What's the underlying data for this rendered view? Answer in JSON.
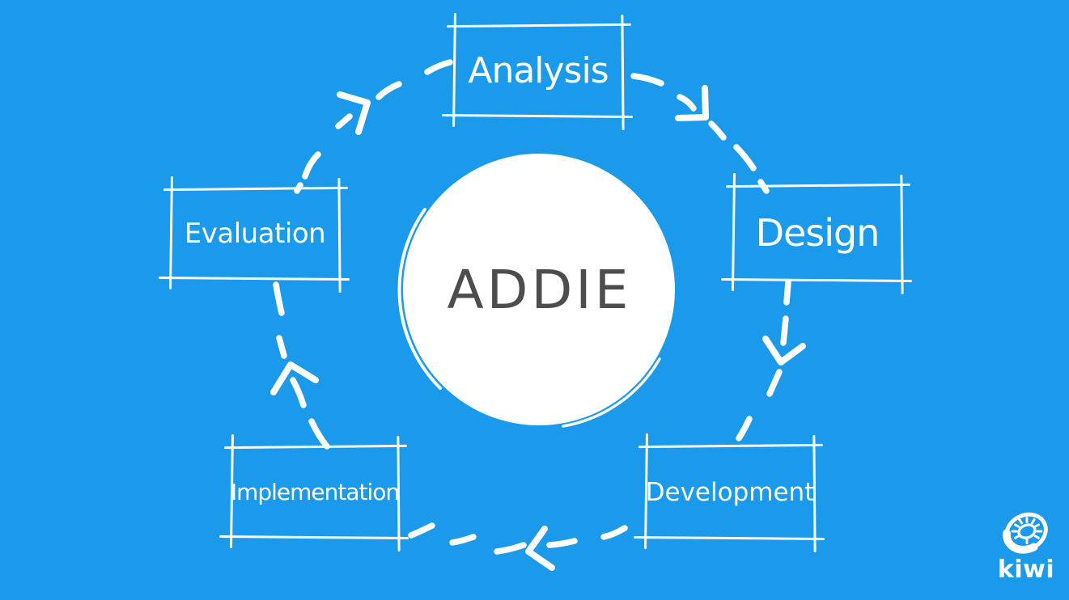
{
  "center": {
    "label": "ADDIE"
  },
  "stages": [
    {
      "label": "Analysis",
      "position": "top"
    },
    {
      "label": "Design",
      "position": "right"
    },
    {
      "label": "Development",
      "position": "bottom-right"
    },
    {
      "label": "Implementation",
      "position": "bottom-left"
    },
    {
      "label": "Evaluation",
      "position": "left"
    }
  ],
  "arrows": [
    {
      "from": "Analysis",
      "to": "Design",
      "style": "hand-drawn dashed arc"
    },
    {
      "from": "Design",
      "to": "Development",
      "style": "hand-drawn dashed arc"
    },
    {
      "from": "Development",
      "to": "Implementation",
      "style": "hand-drawn dashed arc"
    },
    {
      "from": "Implementation",
      "to": "Evaluation",
      "style": "hand-drawn dashed arc"
    },
    {
      "from": "Evaluation",
      "to": "Analysis",
      "style": "hand-drawn dashed arc"
    }
  ],
  "flow_direction": "clockwise",
  "logo": {
    "text": "kiwi",
    "icon": "kiwi-fruit-icon"
  },
  "colors": {
    "background": "#1B9AEB",
    "stroke": "#FFFFFF",
    "center-circle": "#FFFFFF",
    "center-text": "#4D4D4D"
  }
}
